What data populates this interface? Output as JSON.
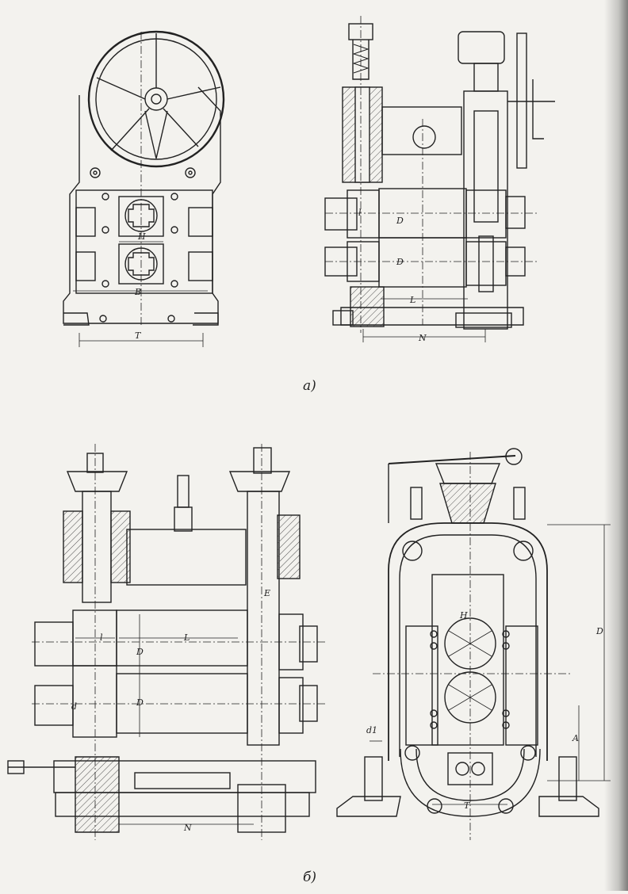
{
  "figure_a": {
    "caption": "a)",
    "left_view_labels": {
      "h": "H",
      "b": "B",
      "t": "T"
    },
    "right_view_labels": {
      "l_small": "l",
      "d_upper": "D",
      "d_lower": "D",
      "l_big": "L",
      "n": "N"
    }
  },
  "figure_b": {
    "caption": "б)",
    "left_view_labels": {
      "l_small": "l",
      "d_upper": "D",
      "d_lower": "D",
      "d_small": "d",
      "l_big": "L",
      "n": "N",
      "e": "E"
    },
    "right_view_labels": {
      "h": "H",
      "d_side": "D",
      "a": "A",
      "d1": "d1",
      "t": "T"
    }
  },
  "colors": {
    "ink": "#222222",
    "paper": "#f3f2ee",
    "hatch": "#555555"
  }
}
